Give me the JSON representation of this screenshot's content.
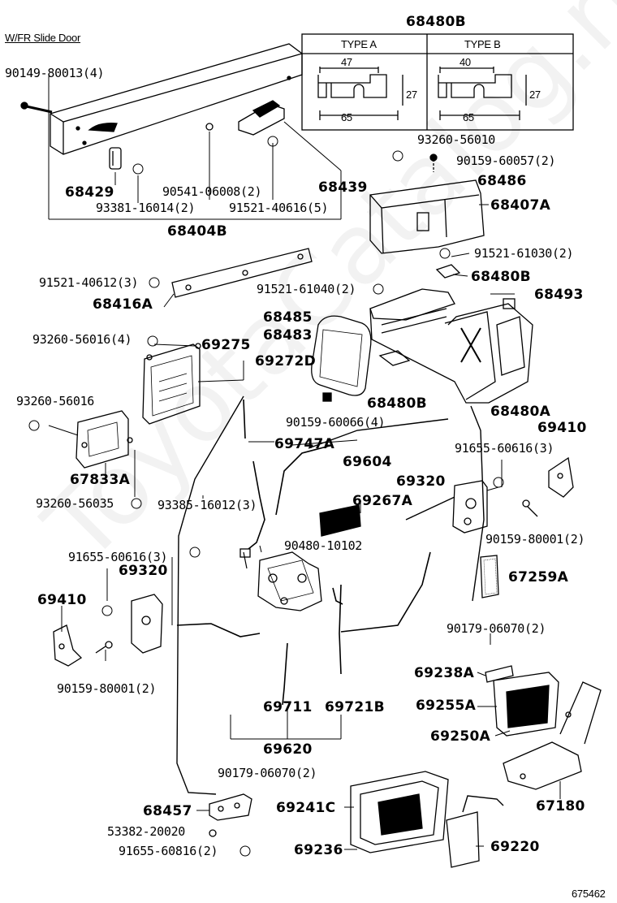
{
  "header": {
    "variant_label": "W/FR Slide Door"
  },
  "inset": {
    "part": "68480B",
    "type_a": "TYPE A",
    "type_b": "TYPE B",
    "a_top": "47",
    "a_bottom": "65",
    "a_side": "27",
    "b_top": "40",
    "b_bottom": "65",
    "b_side": "27"
  },
  "parts": {
    "p90149": "90149-80013(4)",
    "p68429": "68429",
    "p90541": "90541-06008(2)",
    "p93381": "93381-16014(2)",
    "p91521_406165": "91521-40616(5)",
    "p68404B": "68404B",
    "p68439": "68439",
    "p93260_56010": "93260-56010",
    "p90159_60057": "90159-60057(2)",
    "p68486": "68486",
    "p68407A": "68407A",
    "p91521_61030": "91521-61030(2)",
    "p91521_40612": "91521-40612(3)",
    "p68416A": "68416A",
    "p91521_61040": "91521-61040(2)",
    "p68480B_1": "68480B",
    "p68493": "68493",
    "p68485": "68485",
    "p68483": "68483",
    "p93260_56016_4": "93260-56016(4)",
    "p69275": "69275",
    "p69272D": "69272D",
    "p93260_56016": "93260-56016",
    "p68480B_2": "68480B",
    "p68480A": "68480A",
    "p90159_60066": "90159-60066(4)",
    "p69410_r": "69410",
    "p67833A": "67833A",
    "p69747A": "69747A",
    "p91655_60616_r": "91655-60616(3)",
    "p69604": "69604",
    "p69320_r": "69320",
    "p93260_56035": "93260-56035",
    "p93385": "93385-16012(3)",
    "p69267A": "69267A",
    "p90159_80001_r": "90159-80001(2)",
    "p90480": "90480-10102",
    "p91655_60616_l": "91655-60616(3)",
    "p69320_l": "69320",
    "p67259A": "67259A",
    "p69410_l": "69410",
    "p90179_a": "90179-06070(2)",
    "p69238A": "69238A",
    "p90159_80001_l": "90159-80001(2)",
    "p69255A": "69255A",
    "p69711": "69711",
    "p69721B": "69721B",
    "p69250A": "69250A",
    "p69620": "69620",
    "p90179_b": "90179-06070(2)",
    "p67180": "67180",
    "p68457": "68457",
    "p69241C": "69241C",
    "p53382": "53382-20020",
    "p91655_60816": "91655-60816(2)",
    "p69236": "69236",
    "p69220": "69220"
  },
  "watermark": "ToyotaCatalog.ru",
  "figure_id": "675462"
}
